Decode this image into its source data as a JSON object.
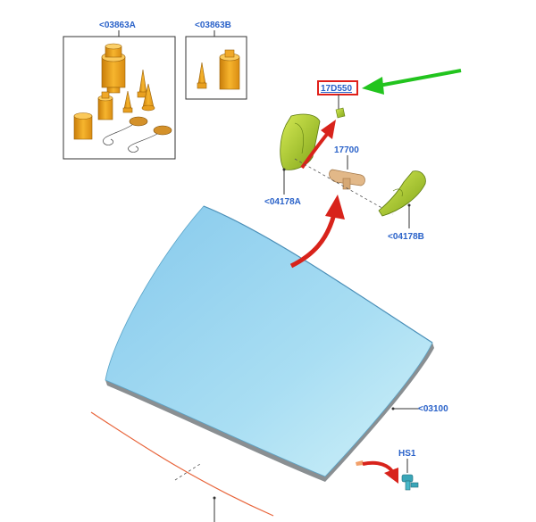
{
  "labels": {
    "kit_a": "<03863A",
    "kit_b": "<03863B",
    "highlight": "17D550",
    "mirror": "17700",
    "cover_a": "<04178A",
    "cover_b": "<04178B",
    "windshield": "<03100",
    "part_hs1": "HS1"
  },
  "colors": {
    "label": "#2a62c9",
    "highlight_box": "#e0201a",
    "green_arrow": "#22c41e",
    "red_arrow": "#d8231b",
    "glass_top": "#8fd0ee",
    "glass_bottom": "#c2ecf6",
    "parts_orange": "#f0a020",
    "parts_green": "#a8cc2a",
    "mirror_tan": "#e2b888",
    "screw_teal": "#3aa6b8"
  },
  "icons": {
    "green_arrow": "arrow-left-icon",
    "red_arrows": "curved-arrow-icon"
  }
}
